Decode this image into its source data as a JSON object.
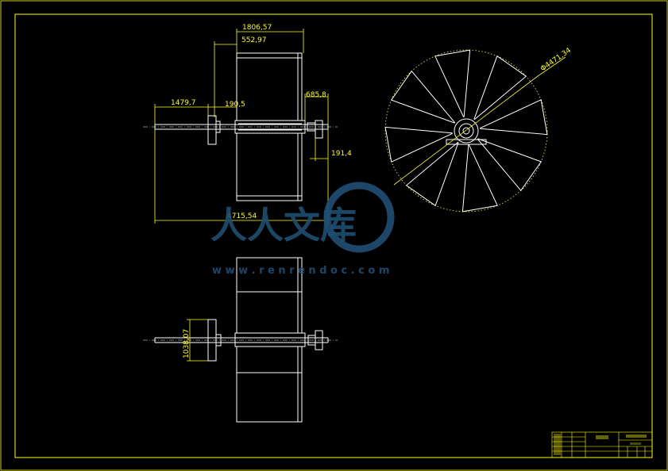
{
  "colors": {
    "background": "#000000",
    "border": "#ffff00",
    "outline": "#ffffff",
    "dimension": "#ffff00",
    "watermark": "#1f4f73",
    "centerline": "#ffffff"
  },
  "top_view": {
    "dimensions": {
      "overall_wheel": "1806,57",
      "blade_width": "552,97",
      "shaft_left": "1479,7",
      "bearing_gap": "190,5",
      "shaft_right": "685,8",
      "hub_offset": "191,4",
      "total_length": "4715,54"
    }
  },
  "side_view": {
    "dimensions": {
      "diameter": "Φ4471,34"
    }
  },
  "bottom_view": {
    "dimensions": {
      "flange_height": "1038,07"
    }
  },
  "watermark": {
    "title": "人人文库",
    "url": "w w w . r e n r e n d o c . c o m"
  },
  "title_block": {
    "icons": [
      "drawing-border-icon"
    ]
  }
}
